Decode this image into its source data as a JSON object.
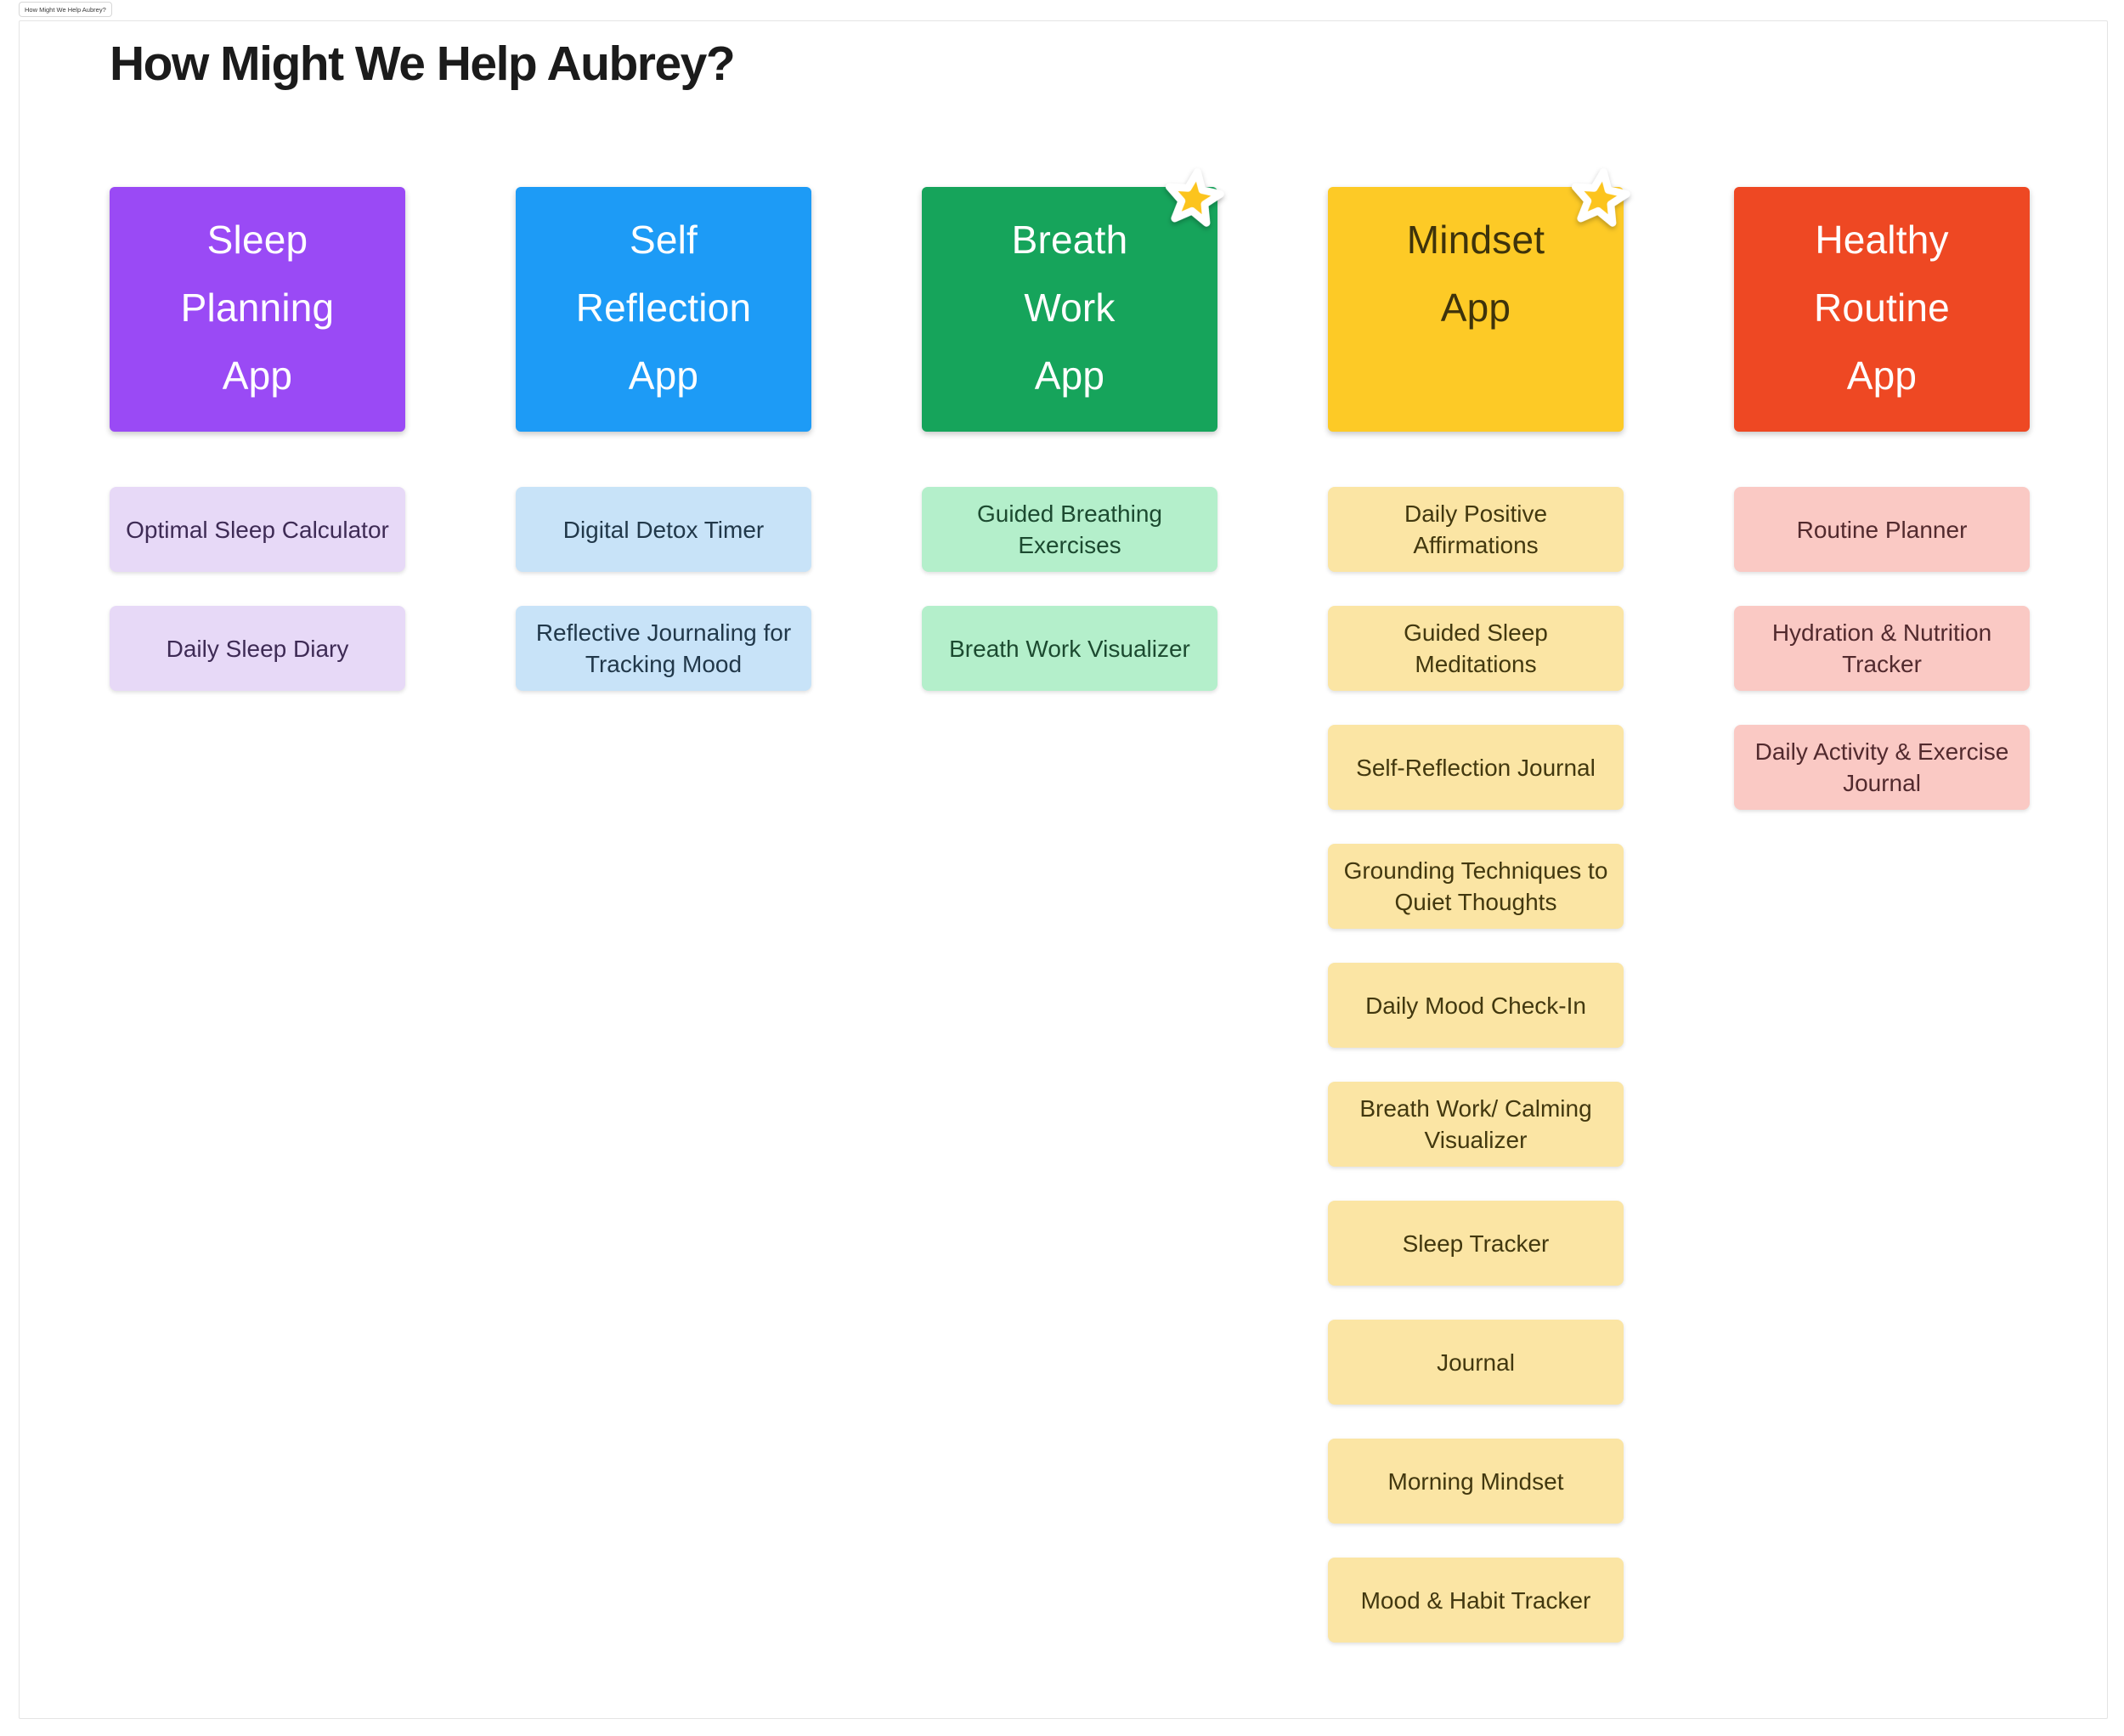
{
  "tab": {
    "label": "How Might We Help Aubrey?"
  },
  "page": {
    "title": "How Might We Help Aubrey?"
  },
  "star_color": "#FCC41D",
  "columns": [
    {
      "id": "sleep-planning-app",
      "header": "Sleep\nPlanning\nApp",
      "starred": false,
      "colors": {
        "header_bg": "#9A4AF5",
        "header_text": "#FFFFFF",
        "card_bg": "#E7D9F7",
        "card_text": "#3E2B55"
      },
      "cards": [
        "Optimal Sleep Calculator",
        "Daily Sleep Diary"
      ]
    },
    {
      "id": "self-reflection-app",
      "header": "Self\nReflection\nApp",
      "starred": false,
      "colors": {
        "header_bg": "#1D9BF6",
        "header_text": "#FFFFFF",
        "card_bg": "#C8E3F8",
        "card_text": "#21384A"
      },
      "cards": [
        "Digital Detox Timer",
        "Reflective Journaling for\nTracking Mood"
      ]
    },
    {
      "id": "breath-work-app",
      "header": "Breath\nWork\nApp",
      "starred": true,
      "colors": {
        "header_bg": "#16A45B",
        "header_text": "#FFFFFF",
        "card_bg": "#B4EFCB",
        "card_text": "#1C4A30"
      },
      "cards": [
        "Guided Breathing\nExercises",
        "Breath Work Visualizer"
      ]
    },
    {
      "id": "mindset-app",
      "header": "Mindset\nApp",
      "starred": true,
      "colors": {
        "header_bg": "#FDCA26",
        "header_text": "#3E330B",
        "card_bg": "#FBE5A4",
        "card_text": "#42380F"
      },
      "cards": [
        "Daily Positive\nAffirmations",
        "Guided Sleep\nMeditations",
        "Self-Reflection Journal",
        "Grounding Techniques to\nQuiet Thoughts",
        "Daily Mood Check-In",
        "Breath Work/ Calming\nVisualizer",
        "Sleep Tracker",
        "Journal",
        "Morning Mindset",
        "Mood & Habit Tracker"
      ]
    },
    {
      "id": "healthy-routine-app",
      "header": "Healthy\nRoutine\nApp",
      "starred": false,
      "colors": {
        "header_bg": "#EE4823",
        "header_text": "#FFFFFF",
        "card_bg": "#FAC9C4",
        "card_text": "#522A2E"
      },
      "cards": [
        "Routine Planner",
        "Hydration & Nutrition\nTracker",
        "Daily Activity & Exercise\nJournal"
      ]
    }
  ]
}
